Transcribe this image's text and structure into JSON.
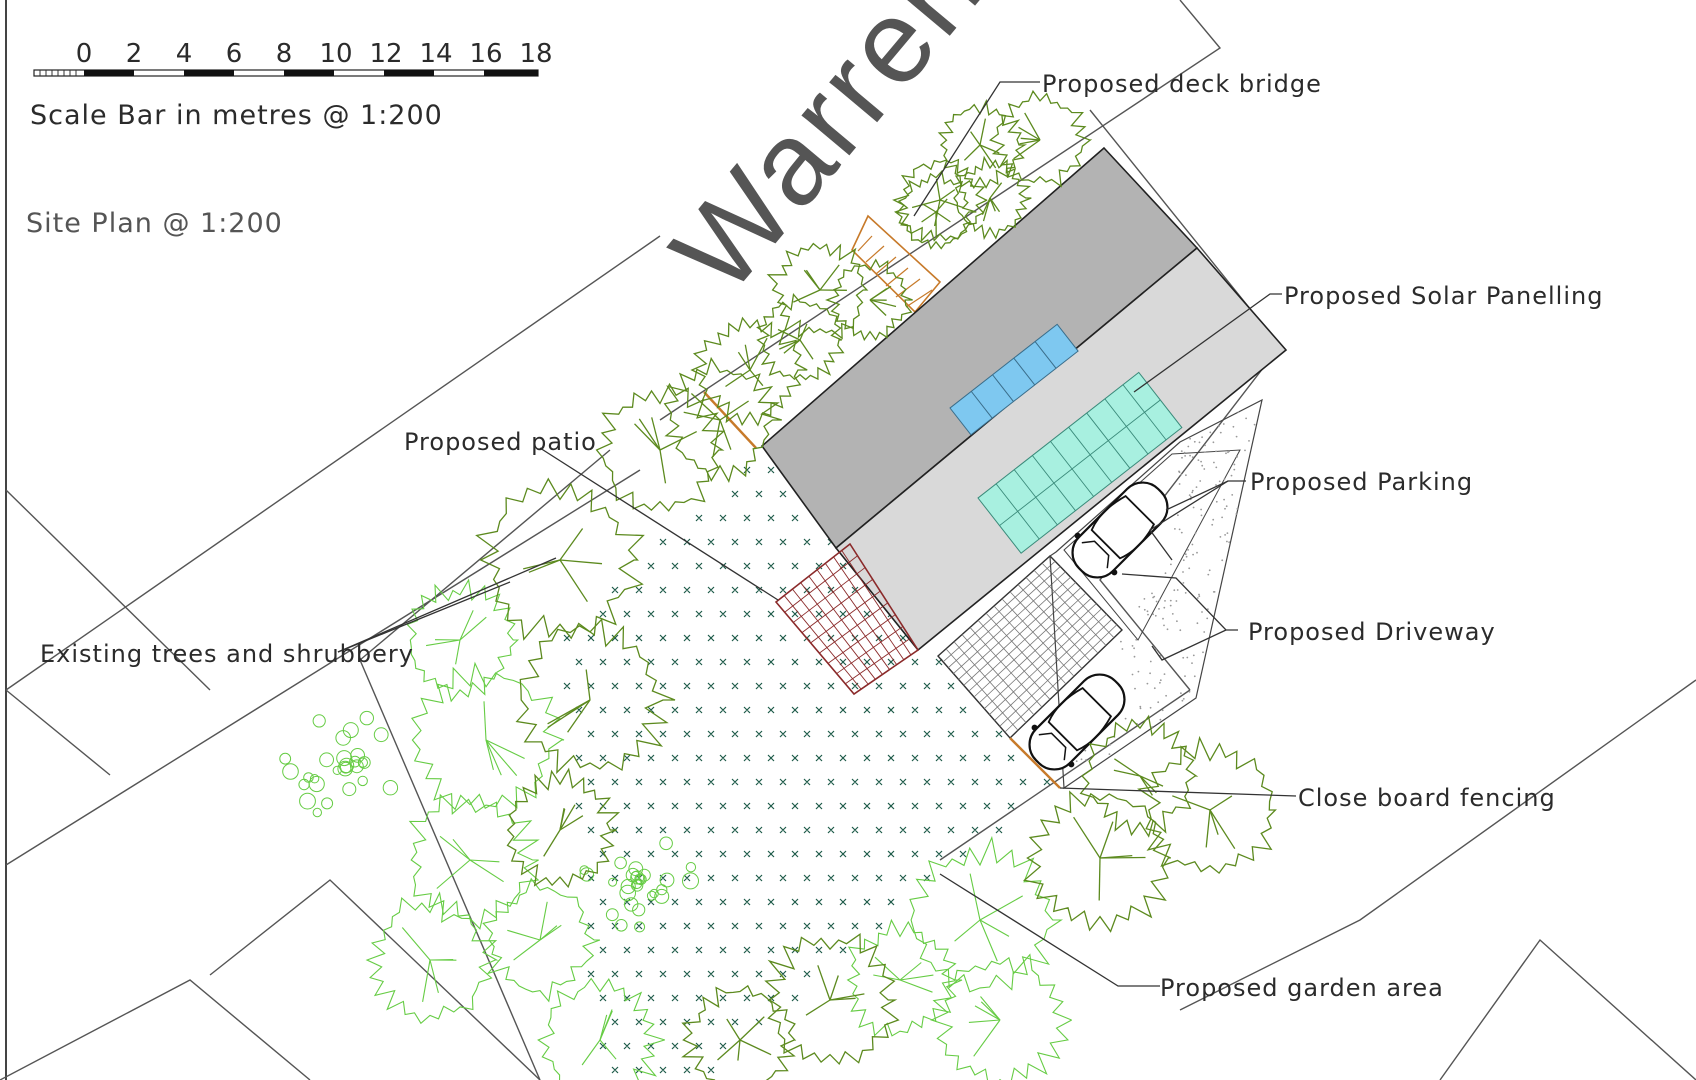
{
  "scale_bar": {
    "ticks": [
      "0",
      "2",
      "4",
      "6",
      "8",
      "10",
      "12",
      "14",
      "16",
      "18"
    ],
    "caption": "Scale Bar in metres @ 1:200"
  },
  "plan_title": "Site Plan @ 1:200",
  "road_name": "Warren Roa",
  "labels": {
    "deck_bridge": "Proposed deck bridge",
    "solar": "Proposed Solar Panelling",
    "patio": "Proposed patio",
    "parking": "Proposed Parking",
    "existing_trees": "Existing trees and shrubbery",
    "driveway": "Proposed Driveway",
    "fencing": "Close board fencing",
    "garden": "Proposed garden area"
  },
  "colors": {
    "tree_dark": "#5c8a1e",
    "tree_light": "#66cc44",
    "roof_dark": "#b3b3b3",
    "roof_light": "#d9d9d9",
    "solar_blue": "#7ec8f0",
    "solar_cyan": "#a8f0e0",
    "patio_red": "#8b2a2a",
    "deck_orange": "#c77a2a",
    "garden_cross": "#1f5c4a"
  }
}
